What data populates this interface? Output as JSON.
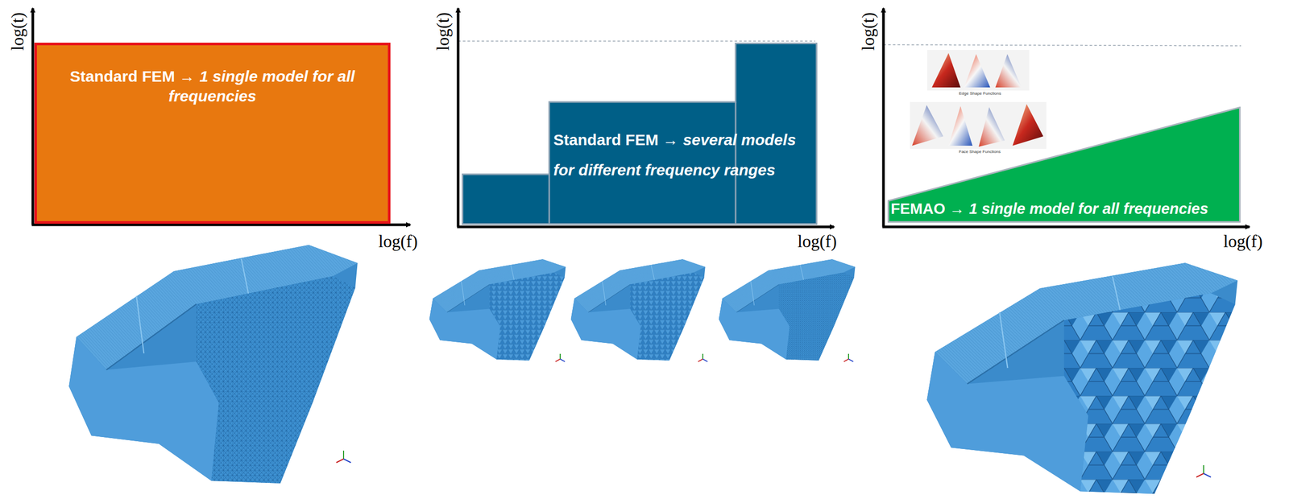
{
  "diagram": {
    "nodes": [
      {
        "text": [
          "Standard FEM →",
          "1 single model for all frequencies"
        ]
      },
      {
        "text": [
          "Standard FEM →",
          "several models for different frequency ranges"
        ]
      },
      {
        "text": [
          "FEMAO →",
          "1 single model for all frequencies"
        ]
      }
    ],
    "labels": [
      "log(t)",
      "log(f)",
      "log(t)",
      "log(f)",
      "log(t)",
      "log(f)",
      "Edge Shape Functions",
      "Face Shape Functions"
    ]
  }
}
